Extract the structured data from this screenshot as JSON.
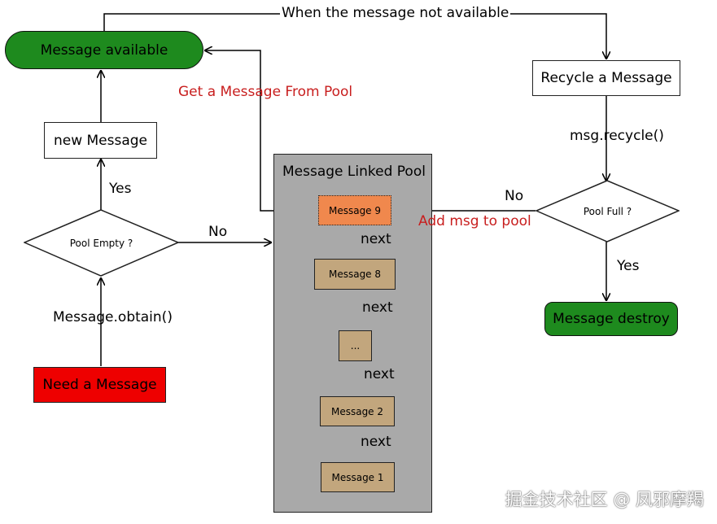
{
  "diagram": {
    "nodes": {
      "message_available": "Message available",
      "new_message": "new Message",
      "pool_empty": "Pool Empty ?",
      "need_message": "Need a Message",
      "recycle_message": "Recycle a Message",
      "pool_full": "Pool Full ?",
      "message_destroy": "Message destroy",
      "pool_title": "Message Linked Pool",
      "pool_nodes": [
        "Message 9",
        "Message 8",
        "...",
        "Message 2",
        "Message 1"
      ]
    },
    "edge_labels": {
      "when_not_available": "When the message not available",
      "get_from_pool": "Get a Message From Pool",
      "yes_left": "Yes",
      "no_left": "No",
      "obtain": "Message.obtain()",
      "recycle_call": "msg.recycle()",
      "no_right": "No",
      "add_to_pool": "Add msg to pool",
      "yes_right": "Yes",
      "next": "next"
    },
    "colors": {
      "green": "#1e8a1e",
      "red": "#ee0000",
      "orange": "#f0884d",
      "tan": "#c2a67d",
      "gray": "#a9a9a9",
      "label_red": "#c81e1e"
    }
  },
  "watermark": "掘金技术社区 @ 凤邪摩羯"
}
